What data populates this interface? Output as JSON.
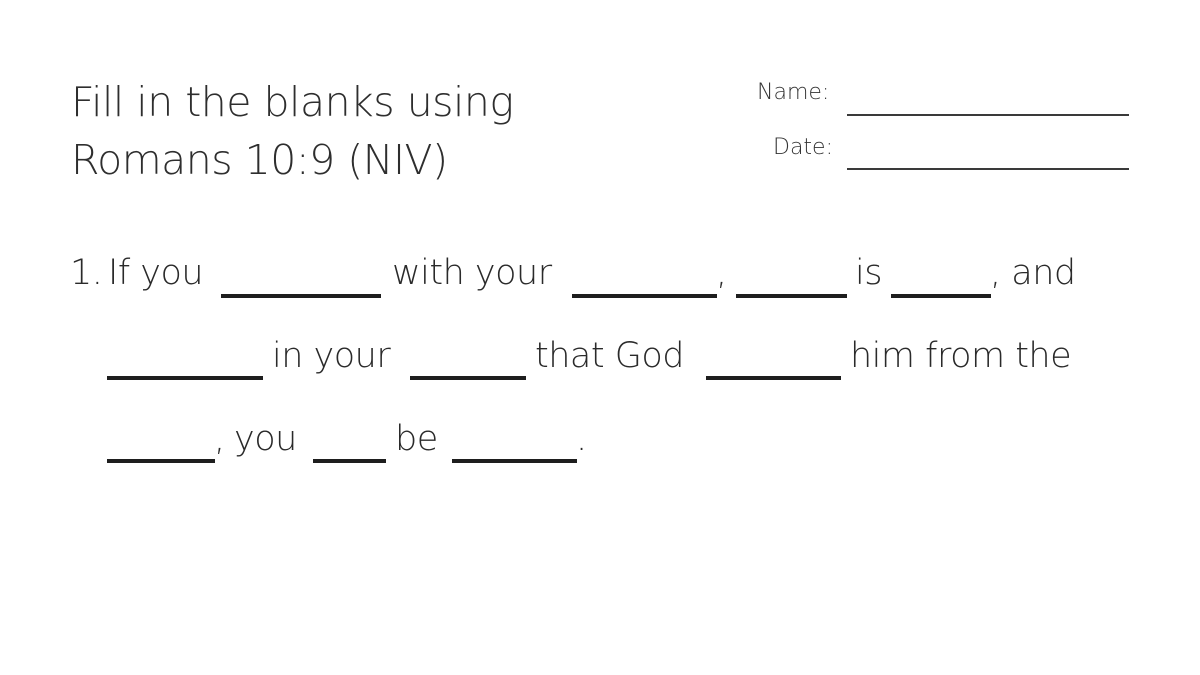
{
  "header": {
    "title_line1": "Fill in the blanks using",
    "title_line2": "Romans 10:9 (NIV)",
    "name_label": "Name:",
    "date_label": "Date:",
    "name_value": "",
    "date_value": ""
  },
  "question": {
    "number": "1.",
    "row1": [
      "If you",
      "with your",
      ",",
      "is",
      ", and"
    ],
    "row2": [
      "in your",
      "that God",
      "him from the"
    ],
    "row3": [
      ",",
      "you",
      "be",
      "."
    ],
    "blanks": [
      "",
      "",
      "",
      "",
      "",
      "",
      "",
      "",
      "",
      ""
    ]
  },
  "colors": {
    "text": "#2b2b2b",
    "line": "#1e1e1e",
    "background": "#ffffff"
  }
}
